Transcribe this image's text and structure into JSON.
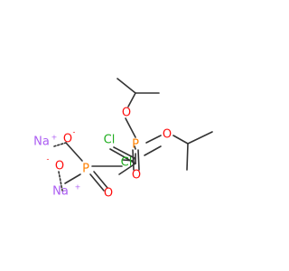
{
  "molecule": {
    "colors": {
      "carbon": "#333333",
      "oxygen": "#ff0d0d",
      "phosphorus": "#ff8000",
      "chlorine": "#1fad1f",
      "sodium": "#ab5cf2"
    },
    "atoms": {
      "cl1": "Cl",
      "cl2": "Cl",
      "p1": "P",
      "p2": "P",
      "o_left_top": "O",
      "o_left_bottom": "O",
      "o_left_dbl": "O",
      "o_right_ester1": "O",
      "o_right_ester2": "O",
      "o_right_dbl": "O",
      "na1": "Na",
      "na2": "Na"
    },
    "charges": {
      "na1": "+",
      "na2": "+",
      "o_left_top": "-",
      "o_left_bottom": "-"
    }
  }
}
